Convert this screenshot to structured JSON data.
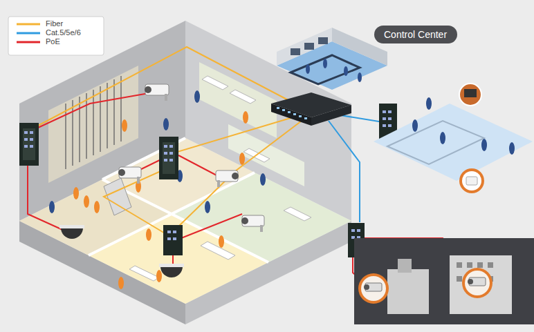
{
  "diagram": {
    "nodes": [
      {
        "text": [
          "Control Center"
        ]
      }
    ],
    "legend": [
      {
        "text": "Fiber"
      },
      {
        "text": "Cat.5/5e/6"
      },
      {
        "text": "PoE"
      }
    ]
  }
}
